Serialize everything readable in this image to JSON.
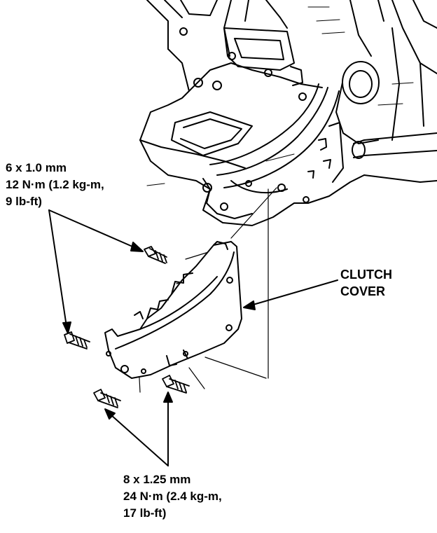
{
  "labels": {
    "top_spec": {
      "line1": "6 x 1.0 mm",
      "line2": "12 N·m (1.2 kg-m,",
      "line3": "9 lb-ft)"
    },
    "bottom_spec": {
      "line1": "8 x 1.25 mm",
      "line2": "24 N·m (2.4 kg-m,",
      "line3": "17 lb-ft)"
    },
    "clutch_cover": {
      "line1": "CLUTCH",
      "line2": "COVER"
    }
  },
  "colors": {
    "ink": "#000000",
    "paper": "#ffffff"
  }
}
